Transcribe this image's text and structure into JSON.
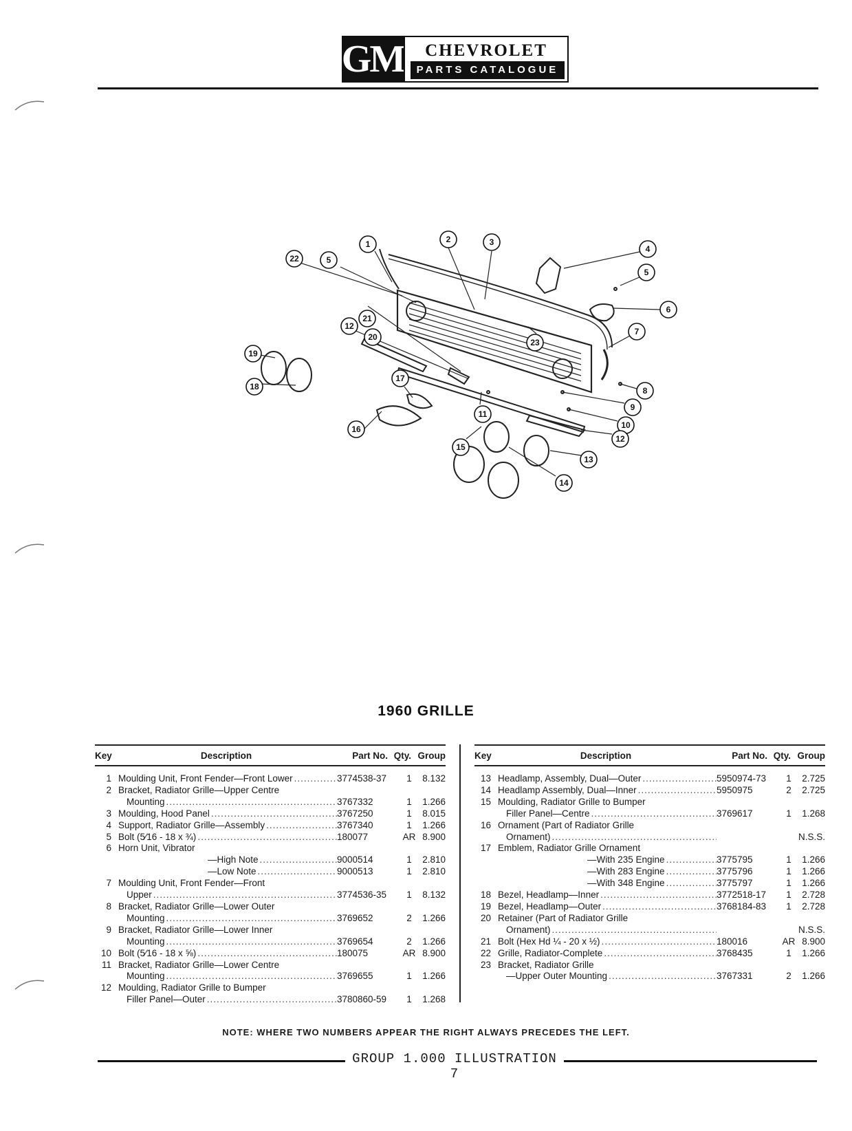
{
  "header": {
    "logo": "GM",
    "brand": "CHEVROLET",
    "subtitle": "PARTS CATALOGUE"
  },
  "diagram": {
    "callouts": [
      "1",
      "2",
      "3",
      "4",
      "5",
      "5",
      "6",
      "7",
      "8",
      "9",
      "10",
      "11",
      "12",
      "12",
      "13",
      "14",
      "15",
      "16",
      "17",
      "18",
      "19",
      "20",
      "21",
      "22",
      "23"
    ]
  },
  "title": "1960 GRILLE",
  "columns": {
    "key": "Key",
    "description": "Description",
    "part_no": "Part No.",
    "qty": "Qty.",
    "group": "Group"
  },
  "left_rows": [
    {
      "key": "1",
      "lines": [
        "Moulding Unit, Front Fender—Front Lower"
      ],
      "part": "3774538-37",
      "qty": "1",
      "group": "8.132"
    },
    {
      "key": "2",
      "lines": [
        "Bracket, Radiator Grille—Upper Centre",
        "Mounting"
      ],
      "part": "3767332",
      "qty": "1",
      "group": "1.266"
    },
    {
      "key": "3",
      "lines": [
        "Moulding, Hood Panel"
      ],
      "part": "3767250",
      "qty": "1",
      "group": "8.015"
    },
    {
      "key": "4",
      "lines": [
        "Support, Radiator Grille—Assembly"
      ],
      "part": "3767340",
      "qty": "1",
      "group": "1.266"
    },
    {
      "key": "5",
      "lines": [
        "Bolt (5⁄16 - 18 x ¾)"
      ],
      "part": "180077",
      "qty": "AR",
      "group": "8.900"
    },
    {
      "key": "6",
      "lines": [
        "Horn Unit, Vibrator"
      ],
      "part": "",
      "qty": "",
      "group": ""
    },
    {
      "key": "",
      "sub": true,
      "lines": [
        "—High Note"
      ],
      "part": "9000514",
      "qty": "1",
      "group": "2.810"
    },
    {
      "key": "",
      "sub": true,
      "lines": [
        "—Low Note"
      ],
      "part": "9000513",
      "qty": "1",
      "group": "2.810"
    },
    {
      "key": "7",
      "lines": [
        "Moulding Unit, Front Fender—Front",
        "Upper"
      ],
      "part": "3774536-35",
      "qty": "1",
      "group": "8.132"
    },
    {
      "key": "8",
      "lines": [
        "Bracket, Radiator Grille—Lower Outer",
        "Mounting"
      ],
      "part": "3769652",
      "qty": "2",
      "group": "1.266"
    },
    {
      "key": "9",
      "lines": [
        "Bracket, Radiator Grille—Lower Inner",
        "Mounting"
      ],
      "part": "3769654",
      "qty": "2",
      "group": "1.266"
    },
    {
      "key": "10",
      "lines": [
        "Bolt (5⁄16 - 18 x ⅝)"
      ],
      "part": "180075",
      "qty": "AR",
      "group": "8.900"
    },
    {
      "key": "11",
      "lines": [
        "Bracket, Radiator Grille—Lower Centre",
        "Mounting"
      ],
      "part": "3769655",
      "qty": "1",
      "group": "1.266"
    },
    {
      "key": "12",
      "lines": [
        "Moulding, Radiator Grille to Bumper",
        "Filler Panel—Outer"
      ],
      "part": "3780860-59",
      "qty": "1",
      "group": "1.268"
    }
  ],
  "right_rows": [
    {
      "key": "13",
      "lines": [
        "Headlamp, Assembly, Dual—Outer"
      ],
      "part": "5950974-73",
      "qty": "1",
      "group": "2.725"
    },
    {
      "key": "14",
      "lines": [
        "Headlamp Assembly, Dual—Inner"
      ],
      "part": "5950975",
      "qty": "2",
      "group": "2.725"
    },
    {
      "key": "15",
      "lines": [
        "Moulding, Radiator Grille to Bumper",
        "Filler Panel—Centre"
      ],
      "part": "3769617",
      "qty": "1",
      "group": "1.268"
    },
    {
      "key": "16",
      "lines": [
        "Ornament (Part of Radiator Grille",
        "Ornament)"
      ],
      "part": "",
      "qty": "",
      "group": "N.S.S."
    },
    {
      "key": "17",
      "lines": [
        "Emblem, Radiator Grille Ornament"
      ],
      "part": "",
      "qty": "",
      "group": ""
    },
    {
      "key": "",
      "sub": true,
      "lines": [
        "—With 235 Engine"
      ],
      "part": "3775795",
      "qty": "1",
      "group": "1.266"
    },
    {
      "key": "",
      "sub": true,
      "lines": [
        "—With 283 Engine"
      ],
      "part": "3775796",
      "qty": "1",
      "group": "1.266"
    },
    {
      "key": "",
      "sub": true,
      "lines": [
        "—With 348 Engine"
      ],
      "part": "3775797",
      "qty": "1",
      "group": "1.266"
    },
    {
      "key": "18",
      "lines": [
        "Bezel, Headlamp—Inner"
      ],
      "part": "3772518-17",
      "qty": "1",
      "group": "2.728"
    },
    {
      "key": "19",
      "lines": [
        "Bezel, Headlamp—Outer"
      ],
      "part": "3768184-83",
      "qty": "1",
      "group": "2.728"
    },
    {
      "key": "20",
      "lines": [
        "Retainer (Part of Radiator Grille",
        "Ornament)"
      ],
      "part": "",
      "qty": "",
      "group": "N.S.S."
    },
    {
      "key": "21",
      "lines": [
        "Bolt (Hex Hd ¼ - 20 x ½)"
      ],
      "part": "180016",
      "qty": "AR",
      "group": "8.900"
    },
    {
      "key": "22",
      "lines": [
        "Grille, Radiator-Complete"
      ],
      "part": "3768435",
      "qty": "1",
      "group": "1.266"
    },
    {
      "key": "23",
      "lines": [
        "Bracket, Radiator Grille",
        "—Upper Outer Mounting"
      ],
      "part": "3767331",
      "qty": "2",
      "group": "1.266"
    }
  ],
  "note": "NOTE: WHERE TWO NUMBERS APPEAR THE RIGHT ALWAYS PRECEDES THE LEFT.",
  "footer": "GROUP 1.000 ILLUSTRATION 7"
}
